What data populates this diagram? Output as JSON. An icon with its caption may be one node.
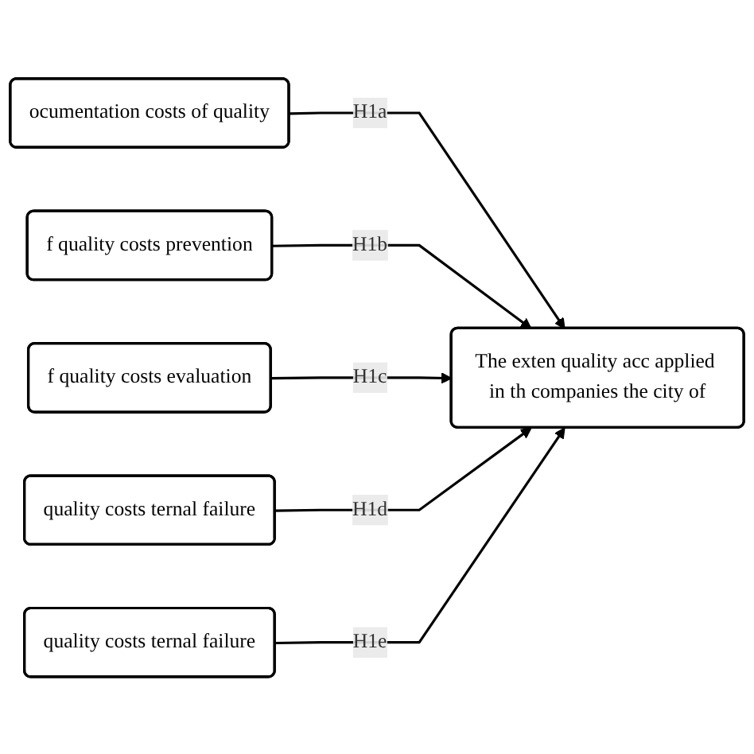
{
  "diagram": {
    "nodes": [
      {
        "text": [
          "ocumentation costs of quality"
        ]
      },
      {
        "text": [
          "f quality costs prevention"
        ]
      },
      {
        "text": [
          "f quality costs evaluation"
        ]
      },
      {
        "text": [
          "quality costs ternal failure"
        ]
      },
      {
        "text": [
          "quality costs ternal failure"
        ]
      },
      {
        "text": [
          "The exten quality acc applied in th companies the city of"
        ]
      }
    ],
    "edges": [
      {
        "from": 0,
        "to": 5,
        "arrow": "to",
        "label": "H1a"
      },
      {
        "from": 1,
        "to": 5,
        "arrow": "to",
        "label": "H1b"
      },
      {
        "from": 2,
        "to": 5,
        "arrow": "to",
        "label": "H1c"
      },
      {
        "from": 3,
        "to": 5,
        "arrow": "to",
        "label": "H1d"
      },
      {
        "from": 4,
        "to": 5,
        "arrow": "to",
        "label": "H1e"
      }
    ]
  }
}
